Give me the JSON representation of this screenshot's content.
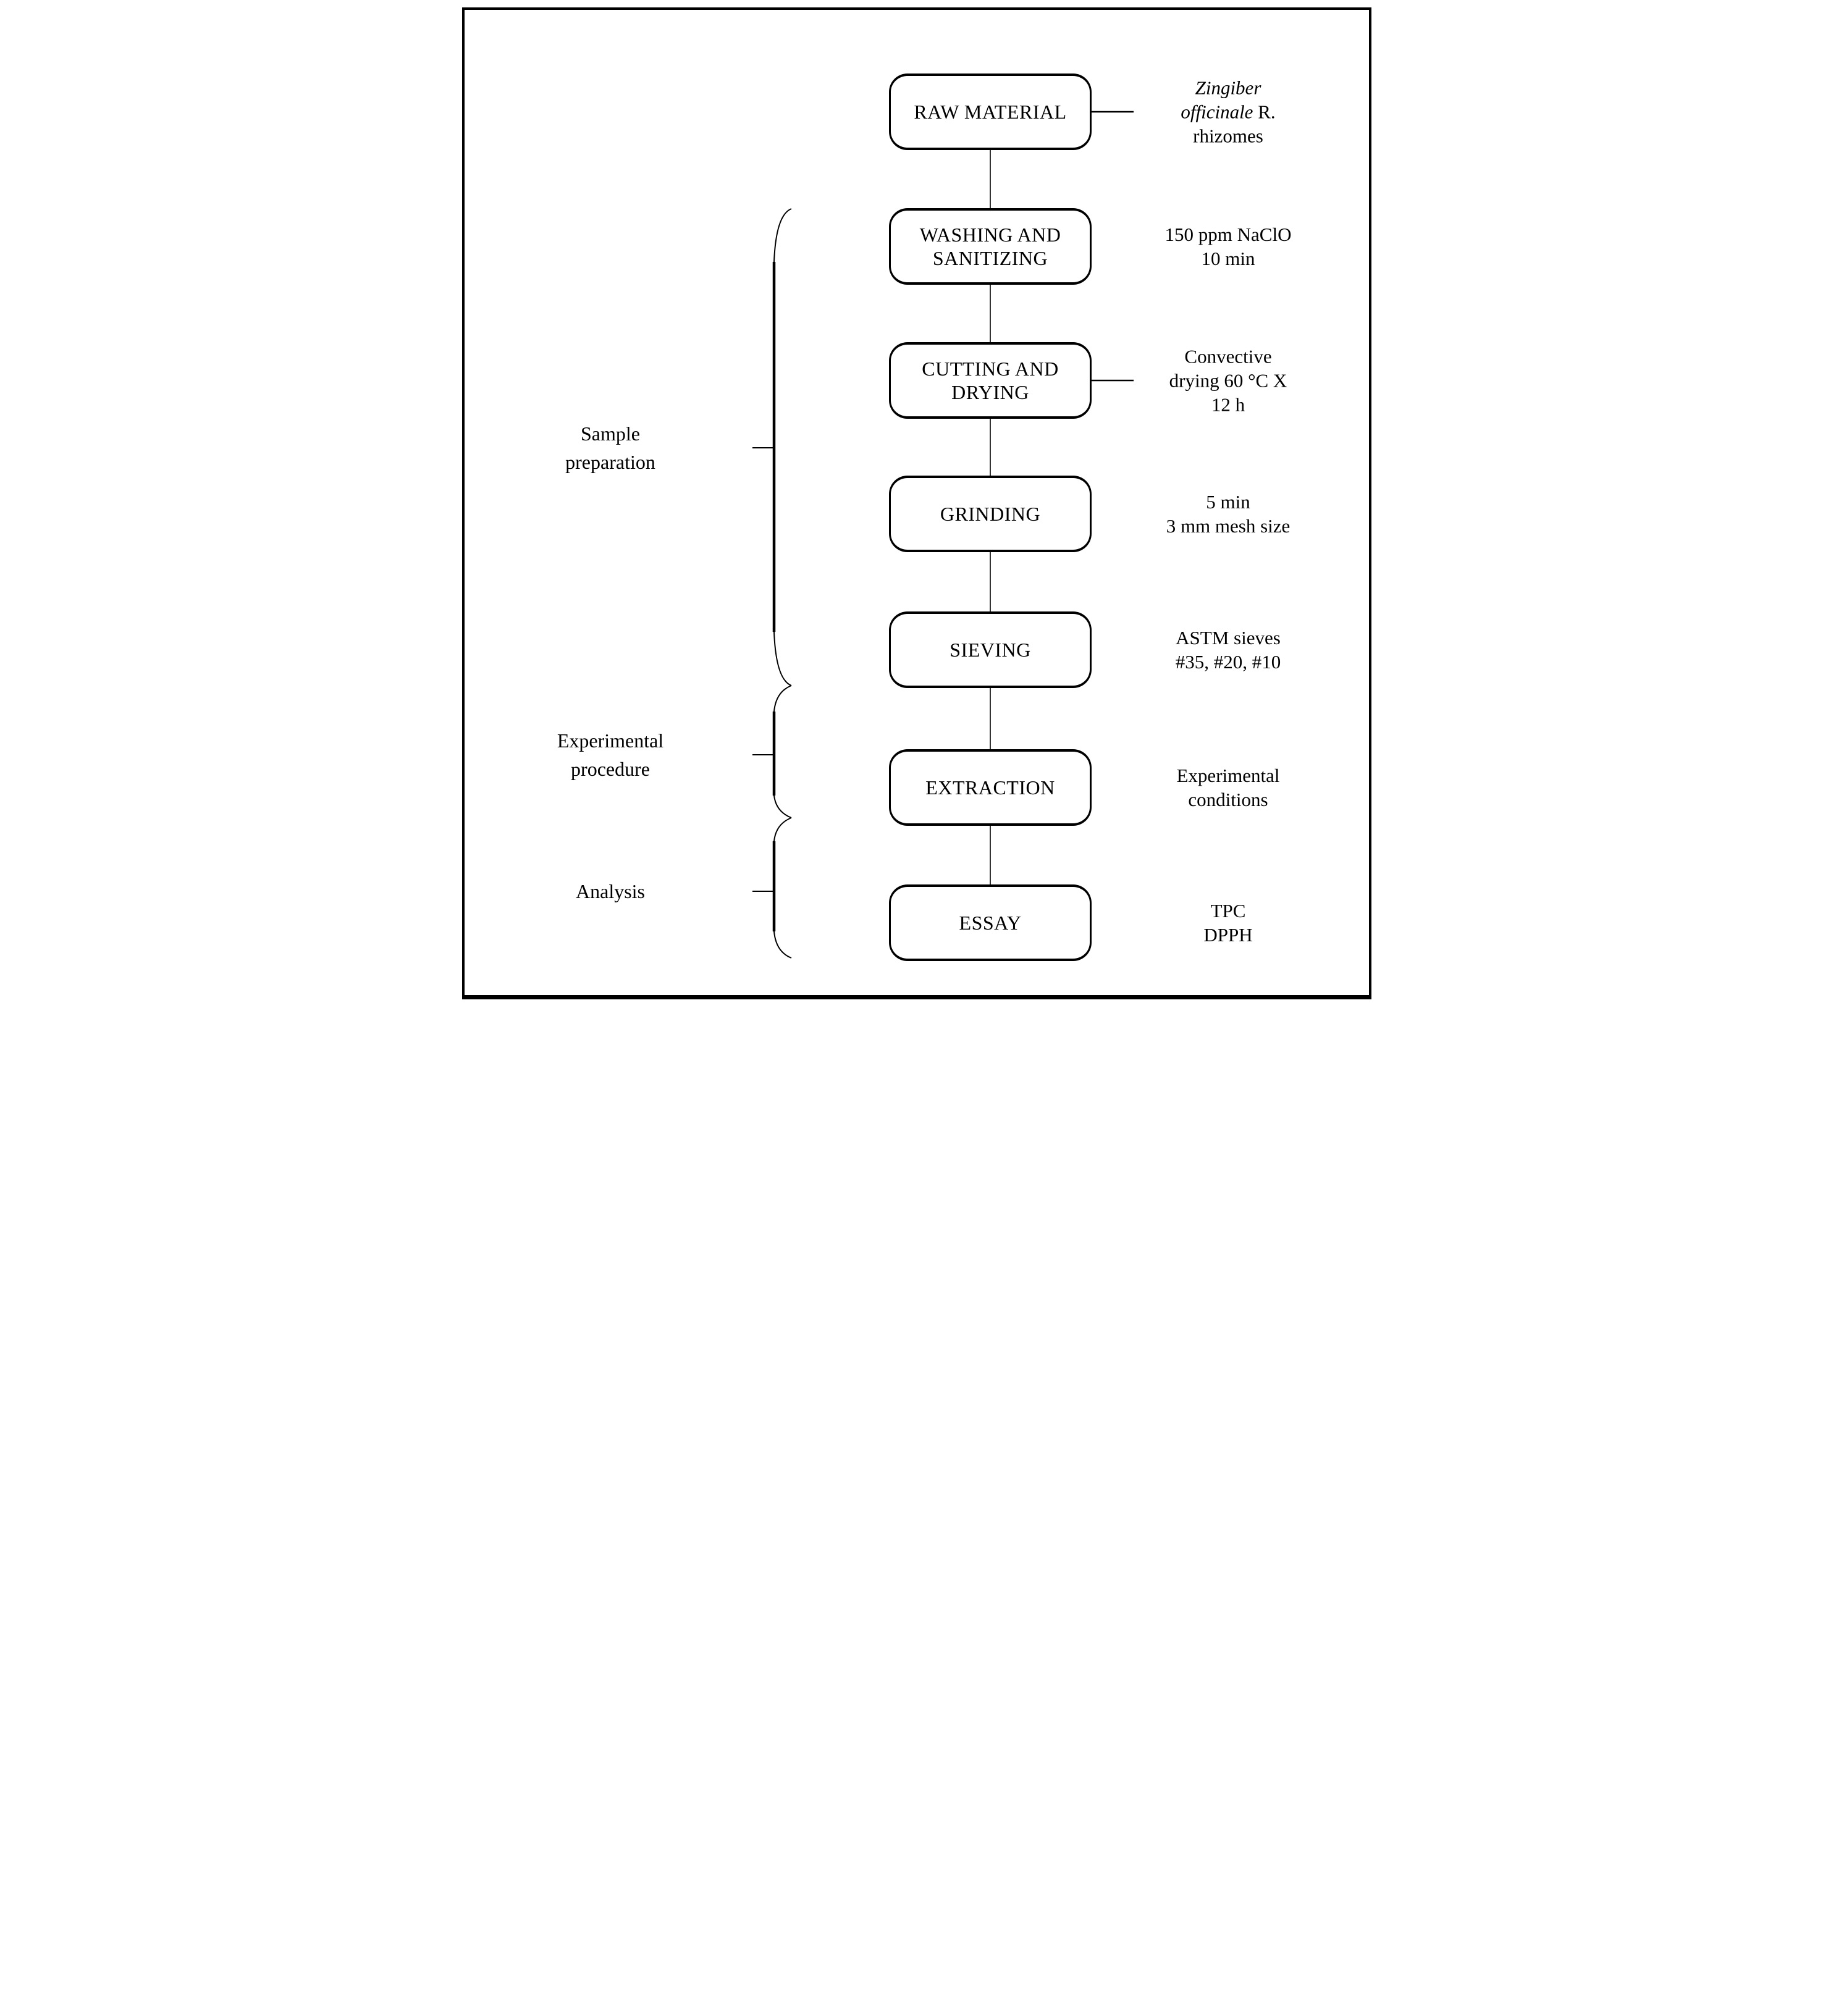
{
  "flowchart": {
    "background_color": "#ffffff",
    "ink_color": "#000000",
    "steps": [
      {
        "id": "raw-material",
        "label": "RAW MATERIAL",
        "lines": [
          "RAW MATERIAL"
        ],
        "connector_to_annotation": true,
        "annotation_text": "Zingiber officinale R. rhizomes",
        "annotation_lines": [
          [
            {
              "t": "Zingiber",
              "italic": true
            }
          ],
          [
            {
              "t": "officinale",
              "italic": true
            },
            {
              "t": " R.",
              "italic": false
            }
          ],
          [
            {
              "t": "rhizomes",
              "italic": false
            }
          ]
        ]
      },
      {
        "id": "washing-and-sanitizing",
        "label": "WASHING AND SANITIZING",
        "lines": [
          "WASHING AND",
          "SANITIZING"
        ],
        "connector_to_annotation": false,
        "annotation_text": "150 ppm NaClO 10 min",
        "annotation_lines": [
          [
            {
              "t": "150 ppm NaClO",
              "italic": false
            }
          ],
          [
            {
              "t": "10 min",
              "italic": false
            }
          ]
        ]
      },
      {
        "id": "cutting-and-drying",
        "label": "CUTTING AND DRYING",
        "lines": [
          "CUTTING AND",
          "DRYING"
        ],
        "connector_to_annotation": true,
        "annotation_text": "Convective drying 60 °C X 12 h",
        "annotation_lines": [
          [
            {
              "t": "Convective",
              "italic": false
            }
          ],
          [
            {
              "t": "drying 60 °C X",
              "italic": false
            }
          ],
          [
            {
              "t": "12 h",
              "italic": false
            }
          ]
        ]
      },
      {
        "id": "grinding",
        "label": "GRINDING",
        "lines": [
          "GRINDING"
        ],
        "connector_to_annotation": false,
        "annotation_text": "5 min 3 mm mesh size",
        "annotation_lines": [
          [
            {
              "t": "5 min",
              "italic": false
            }
          ],
          [
            {
              "t": "3 mm mesh size",
              "italic": false
            }
          ]
        ]
      },
      {
        "id": "sieving",
        "label": "SIEVING",
        "lines": [
          "SIEVING"
        ],
        "connector_to_annotation": false,
        "annotation_text": "ASTM sieves #35, #20, #10",
        "annotation_lines": [
          [
            {
              "t": "ASTM sieves",
              "italic": false
            }
          ],
          [
            {
              "t": "#35, #20, #10",
              "italic": false
            }
          ]
        ]
      },
      {
        "id": "extraction",
        "label": "EXTRACTION",
        "lines": [
          "EXTRACTION"
        ],
        "connector_to_annotation": false,
        "annotation_text": "Experimental conditions",
        "annotation_lines": [
          [
            {
              "t": "Experimental",
              "italic": false
            }
          ],
          [
            {
              "t": "conditions",
              "italic": false
            }
          ]
        ]
      },
      {
        "id": "essay",
        "label": "ESSAY",
        "lines": [
          "ESSAY"
        ],
        "connector_to_annotation": false,
        "annotation_text": "TPC DPPH",
        "annotation_lines": [
          [
            {
              "t": "TPC",
              "italic": false
            }
          ],
          [
            {
              "t": "DPPH",
              "italic": false
            }
          ]
        ]
      }
    ],
    "stages": [
      {
        "id": "sample-preparation",
        "label": "Sample preparation",
        "lines": [
          "Sample",
          "preparation"
        ],
        "covers_steps": [
          "washing-and-sanitizing",
          "cutting-and-drying",
          "grinding",
          "sieving"
        ]
      },
      {
        "id": "experimental-procedure",
        "label": "Experimental procedure",
        "lines": [
          "Experimental",
          "procedure"
        ],
        "covers_steps": [
          "extraction"
        ]
      },
      {
        "id": "analysis",
        "label": "Analysis",
        "lines": [
          "Analysis"
        ],
        "covers_steps": [
          "essay"
        ]
      }
    ]
  }
}
